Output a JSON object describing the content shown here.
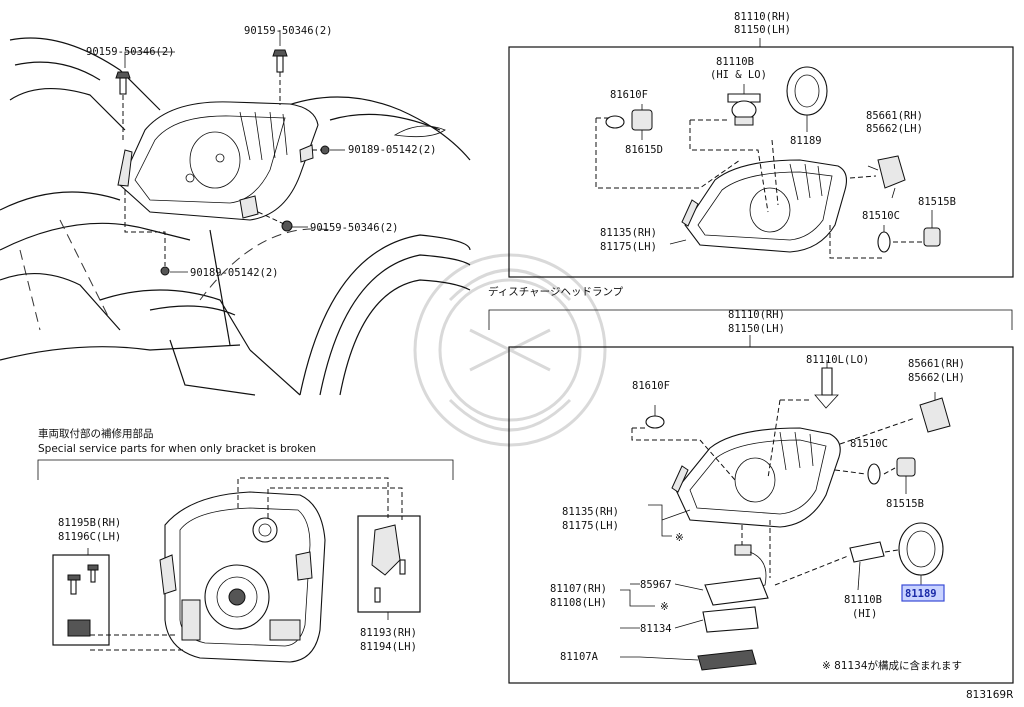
{
  "labels": {
    "tl_90159_a": "90159-50346(2)",
    "tl_90159_b": "90159-50346(2)",
    "tl_90189_a": "90189-05142(2)",
    "tl_90159_c": "90159-50346(2)",
    "tl_90189_b": "90189-05142(2)",
    "ur_81110_rh": "81110(RH)",
    "ur_81150_lh": "81150(LH)",
    "ur_81110b": "81110B",
    "ur_hilo": "(HI & LO)",
    "ur_81610f": "81610F",
    "ur_81615d": "81615D",
    "ur_81189": "81189",
    "ur_85661": "85661(RH)",
    "ur_85662": "85662(LH)",
    "ur_81515b": "81515B",
    "ur_81510c": "81510C",
    "ur_81135": "81135(RH)",
    "ur_81175": "81175(LH)",
    "lr_section_title": "ディスチャージヘッドランプ",
    "lr_81110_rh": "81110(RH)",
    "lr_81150_lh": "81150(LH)",
    "lr_81110l": "81110L(LO)",
    "lr_85661": "85661(RH)",
    "lr_85662": "85662(LH)",
    "lr_81610f": "81610F",
    "lr_81510c": "81510C",
    "lr_81515b": "81515B",
    "lr_81135": "81135(RH)",
    "lr_81175": "81175(LH)",
    "lr_asterisk": "※",
    "lr_81107_rh": "81107(RH)",
    "lr_81108_lh": "81108(LH)",
    "lr_85967": "85967",
    "lr_asterisk2": "※",
    "lr_81134": "81134",
    "lr_81107a": "81107A",
    "lr_81110b": "81110B",
    "lr_hi": "(HI)",
    "lr_81189": "81189",
    "lr_note": "※ 81134が構成に含まれます",
    "ll_title_jp": "車両取付部の補修用部品",
    "ll_title_en": "Special service parts for when only bracket is broken",
    "ll_81195b": "81195B(RH)",
    "ll_81196c": "81196C(LH)",
    "ll_81193": "81193(RH)",
    "ll_81194": "81194(LH)",
    "diagram_number": "813169R"
  },
  "highlight": {
    "part": "81189",
    "fill": "#c9d3ff",
    "stroke": "#3a4bd6"
  }
}
